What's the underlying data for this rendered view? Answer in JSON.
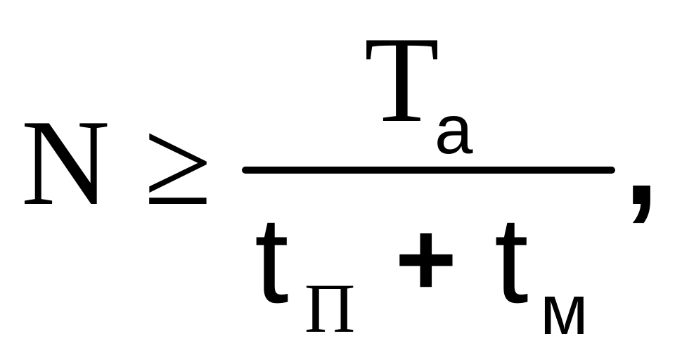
{
  "formula": {
    "lhs": "N",
    "relation": "≥",
    "numerator": {
      "symbol": "T",
      "subscript": "а"
    },
    "denominator": {
      "term1": "t",
      "term1_subscript": "П",
      "operator": "+",
      "term2": "t",
      "term2_subscript": "м"
    },
    "trailing": ","
  }
}
